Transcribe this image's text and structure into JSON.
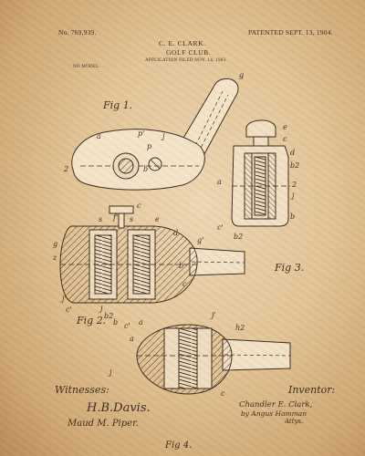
{
  "header": {
    "patent_number": "No. 769,939.",
    "patented_date": "PATENTED SEPT. 13, 1904.",
    "inventor": "C. E. CLARK.",
    "title": "GOLF CLUB.",
    "application": "APPLICATION FILED NOV. 14, 1903.",
    "model_note": "NO MODEL."
  },
  "figures": {
    "fig1": "Fig 1.",
    "fig2": "Fig 2.",
    "fig3": "Fig 3.",
    "fig4": "Fig 4."
  },
  "witnesses": {
    "title": "Witnesses:",
    "signature_1": "H.B.Davis.",
    "signature_2": "Maud M. Piper."
  },
  "inventor_block": {
    "title": "Inventor:",
    "signature": "Chandler E. Clark,",
    "by_line": "by Angus Hamman",
    "attys": "Attys."
  },
  "reference_letters": {
    "fig1": [
      "g",
      "a",
      "j",
      "p'",
      "p",
      "b",
      "2"
    ],
    "fig3": [
      "e",
      "c",
      "d",
      "b2",
      "a",
      "j",
      "b",
      "c'",
      "b2",
      "2"
    ],
    "fig2": [
      "c",
      "s",
      "f'",
      "s",
      "e",
      "d",
      "g",
      "g'",
      "z",
      "b",
      "c",
      "j'",
      "c'",
      "j",
      "b2",
      "b",
      "c'",
      "a"
    ],
    "fig4": [
      "j'",
      "h2",
      "a",
      "j",
      "c"
    ]
  },
  "colors": {
    "paper": "#e2c496",
    "ink": "#3b2a1d"
  }
}
